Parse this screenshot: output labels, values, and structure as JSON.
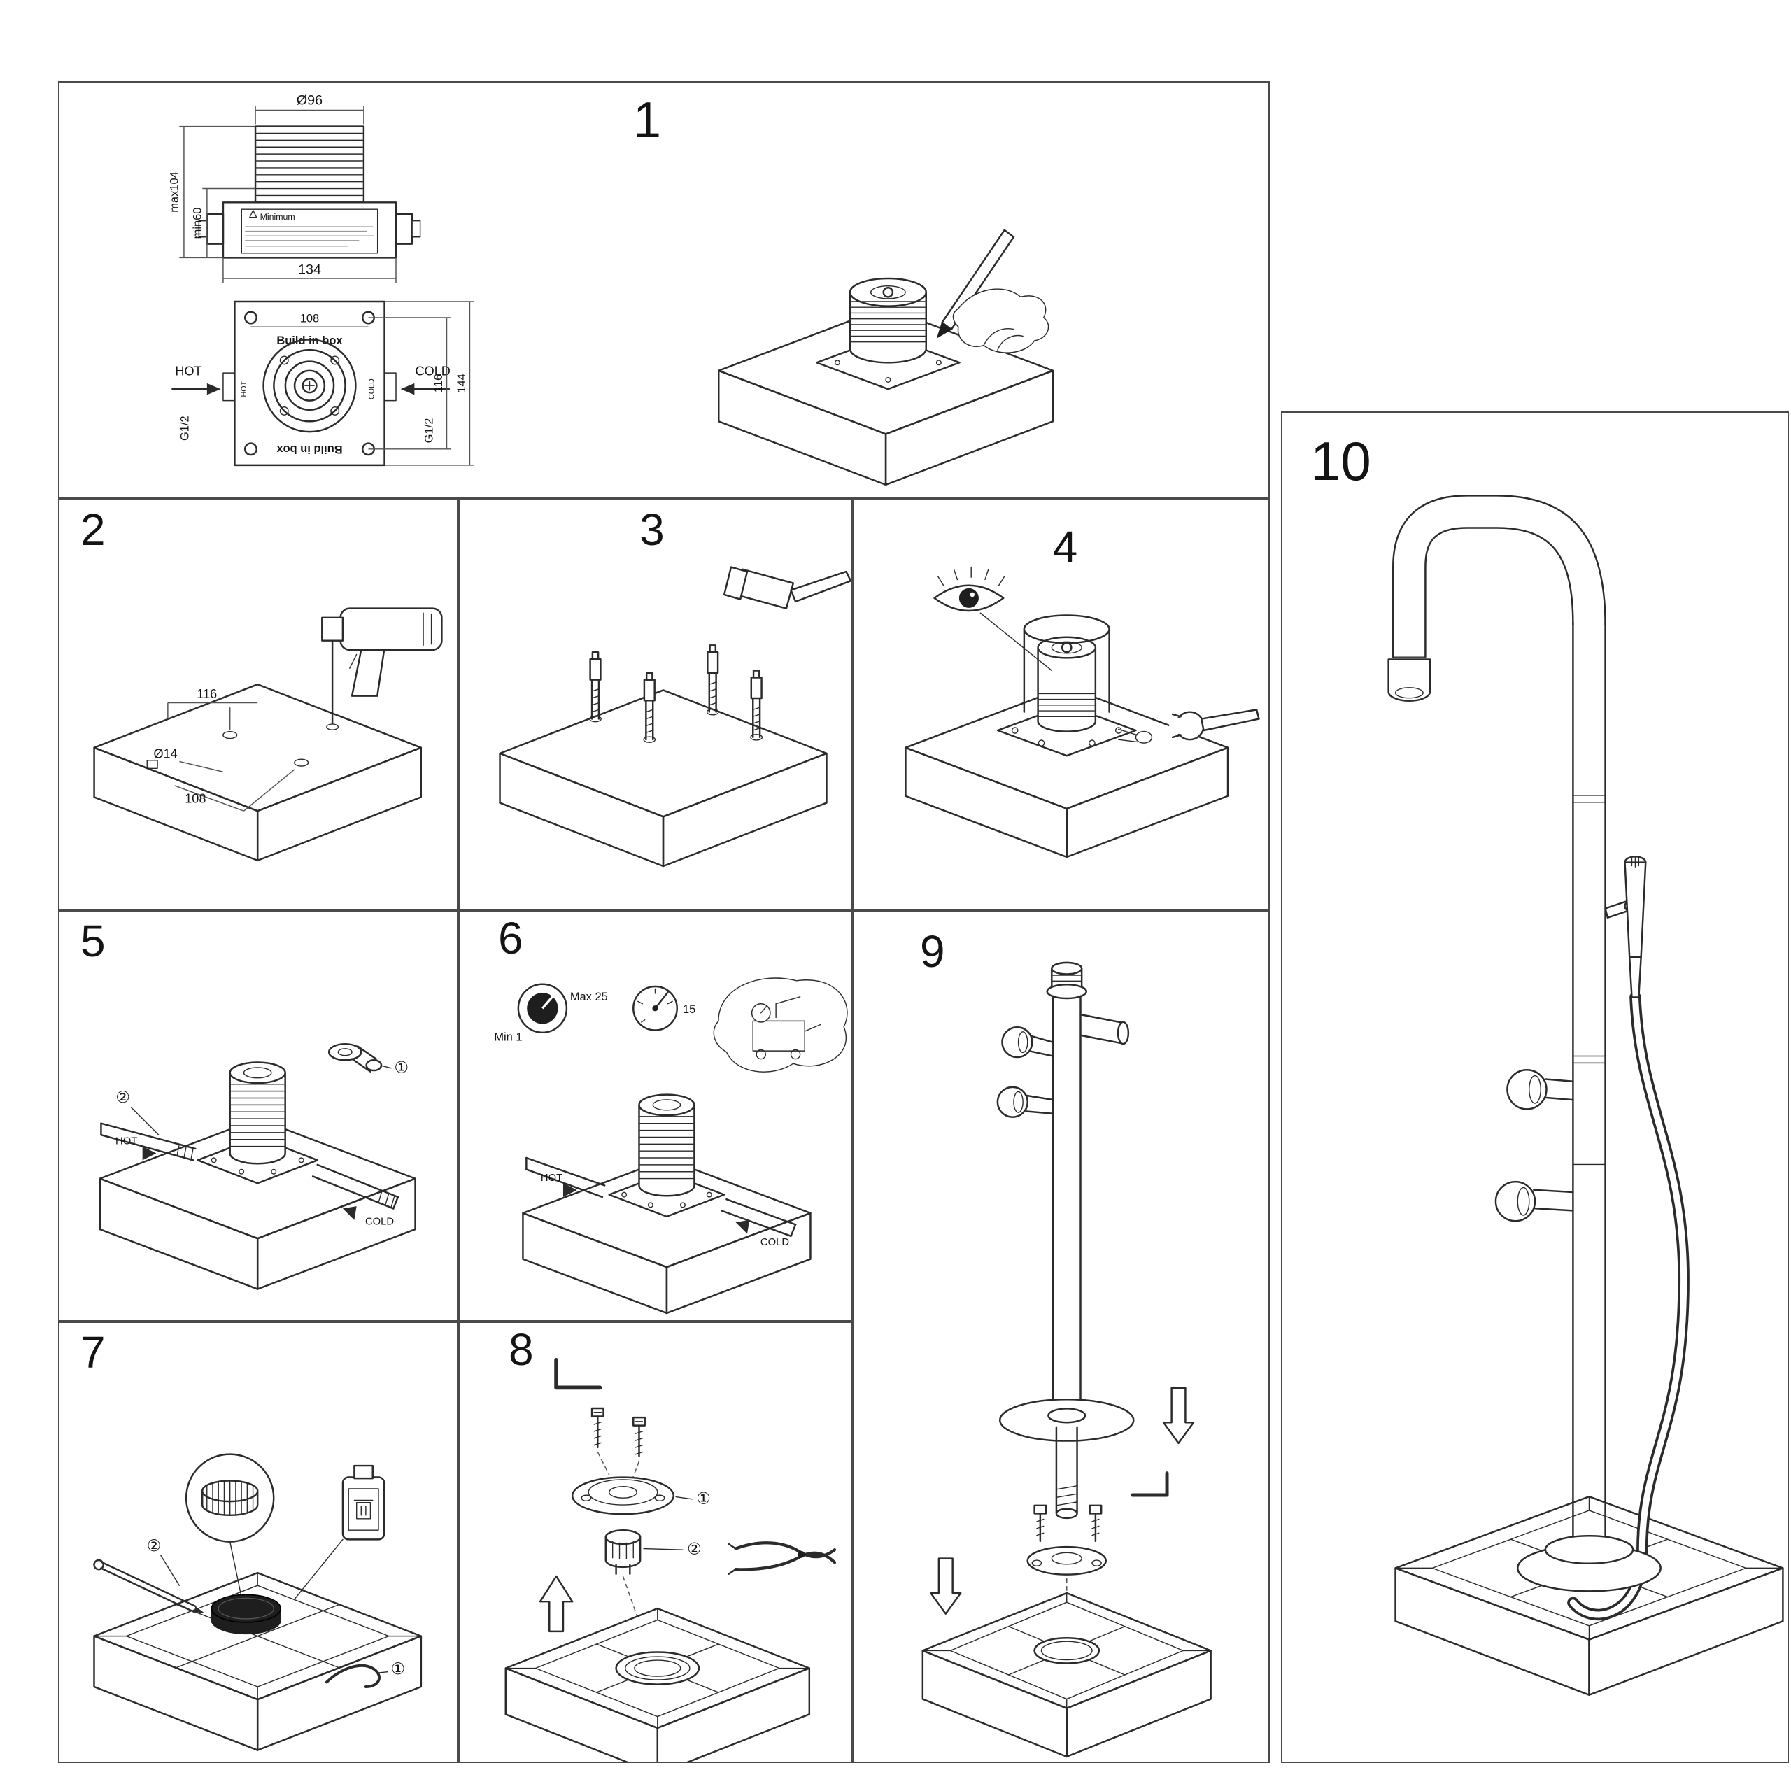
{
  "colors": {
    "ink": "#2b2b2b",
    "panel_border": "#4a4a4a",
    "background": "#ffffff"
  },
  "steps": {
    "1": "1",
    "2": "2",
    "3": "3",
    "4": "4",
    "5": "5",
    "6": "6",
    "7": "7",
    "8": "8",
    "9": "9",
    "10": "10"
  },
  "panel1": {
    "dia_top": "Ø96",
    "max_height": "max104",
    "min_height": "min60",
    "minimum_label": "Minimum",
    "overall_width": "134",
    "bolt_spacing_h": "108",
    "box_label_top": "Build in box",
    "box_label_bottom": "Build in box",
    "hot": "HOT",
    "cold": "COLD",
    "hot_small": "HOT",
    "cold_small": "COLD",
    "thread_left": "G1/2",
    "thread_right": "G1/2",
    "bolt_spacing_v": "116",
    "overall_height": "144"
  },
  "panel2": {
    "hole_spacing_a": "116",
    "hole_diameter": "Ø14",
    "hole_spacing_b": "108"
  },
  "panel5": {
    "item1": "①",
    "item2": "②",
    "hot": "HOT",
    "cold": "COLD"
  },
  "panel6": {
    "gauge_max": "Max 25",
    "gauge_min": "Min 1",
    "gauge_value": "15",
    "hot": "HOT",
    "cold": "COLD"
  },
  "panel7": {
    "item1": "①",
    "item2": "②"
  },
  "panel8": {
    "item1": "①",
    "item2": "②"
  }
}
